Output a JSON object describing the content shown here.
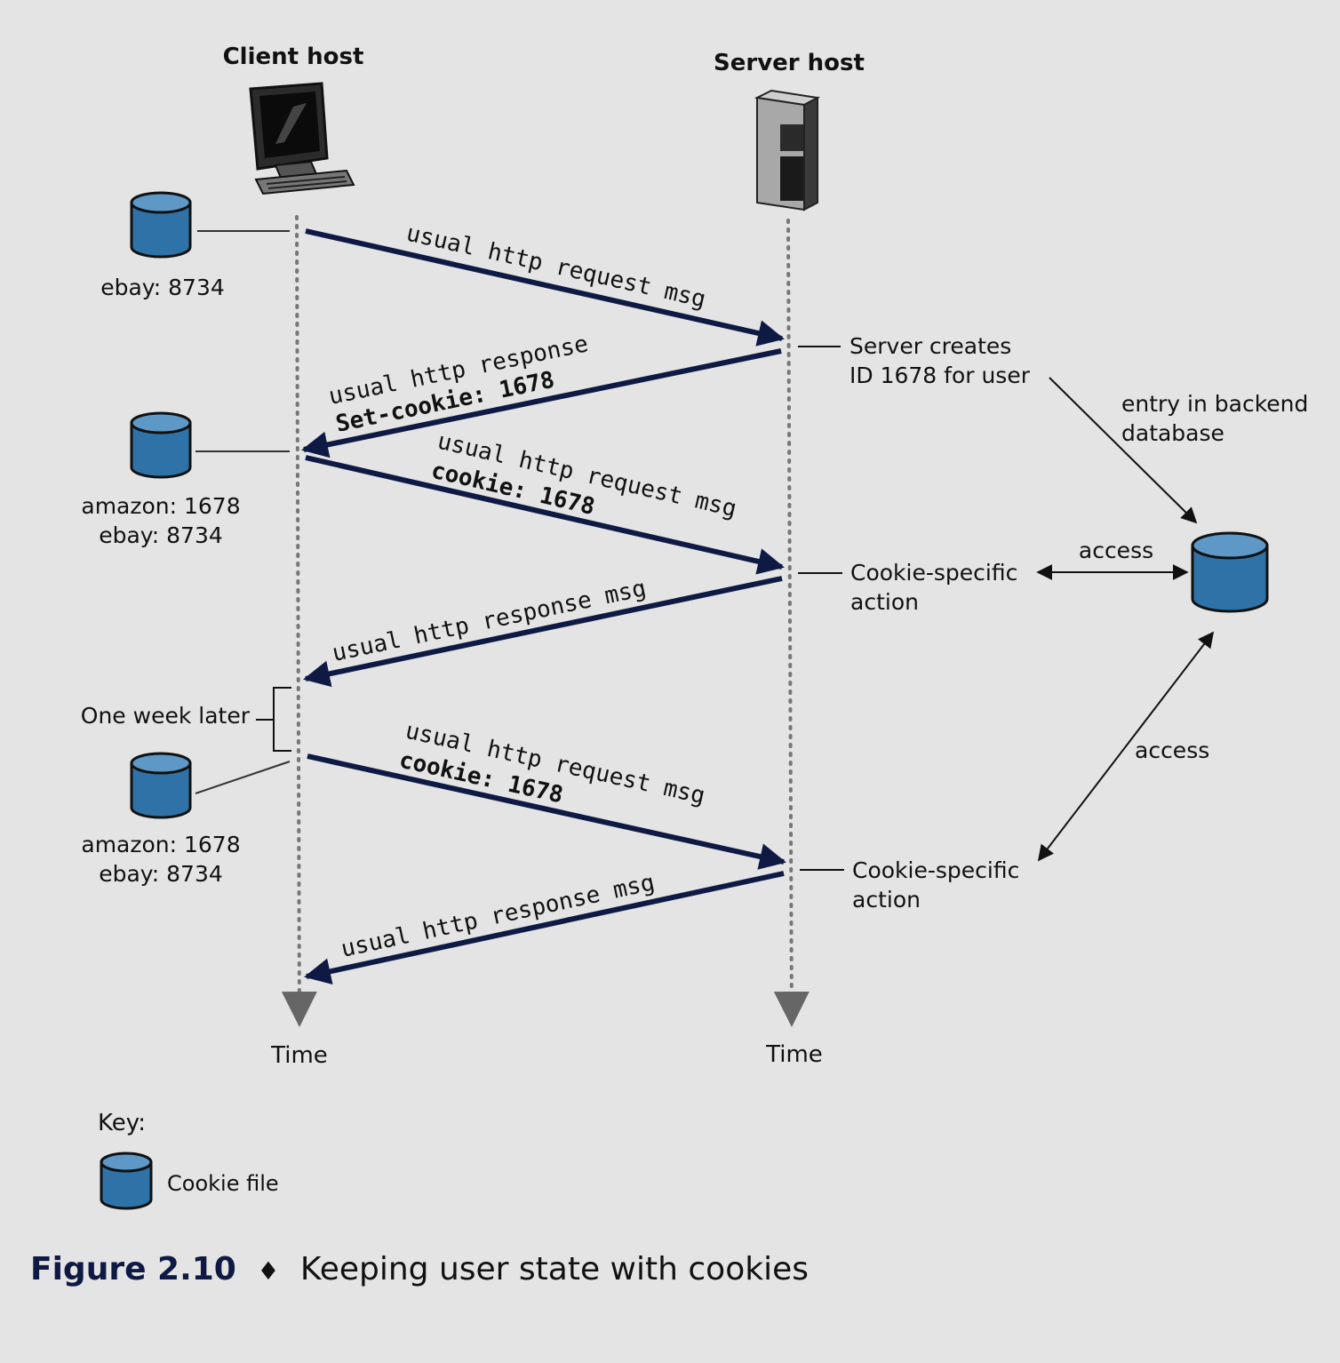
{
  "headers": {
    "client": "Client host",
    "server": "Server host"
  },
  "cookie_labels": {
    "c1": [
      "ebay: 8734"
    ],
    "c2": [
      "amazon: 1678",
      "ebay: 8734"
    ],
    "c3": [
      "amazon: 1678",
      "ebay: 8734"
    ]
  },
  "messages": {
    "m1": [
      "usual http request msg"
    ],
    "m2": [
      "usual http response",
      "Set-cookie: 1678"
    ],
    "m3": [
      "usual http request msg",
      "cookie: 1678"
    ],
    "m4": [
      "usual http response msg"
    ],
    "m5": [
      "usual http request msg",
      "cookie: 1678"
    ],
    "m6": [
      "usual http response msg"
    ]
  },
  "server_notes": {
    "n1": [
      "Server creates",
      "ID 1678 for user"
    ],
    "n2": [
      "Cookie-specific",
      "action"
    ],
    "n3": [
      "Cookie-specific",
      "action"
    ]
  },
  "backend_label": [
    "entry in backend",
    "database"
  ],
  "access_label_1": "access",
  "access_label_2": "access",
  "week_label": "One week later",
  "time_label_client": "Time",
  "time_label_server": "Time",
  "key": {
    "title": "Key:",
    "item": "Cookie file"
  },
  "caption": {
    "figure": "Figure 2.10",
    "bullet": "♦",
    "text": "Keeping user state with cookies"
  },
  "colors": {
    "arrow": "#0f1a44",
    "cylinder": "#2f72a8",
    "cylinder_top": "#5d98c6",
    "background": "#e4e4e4"
  }
}
